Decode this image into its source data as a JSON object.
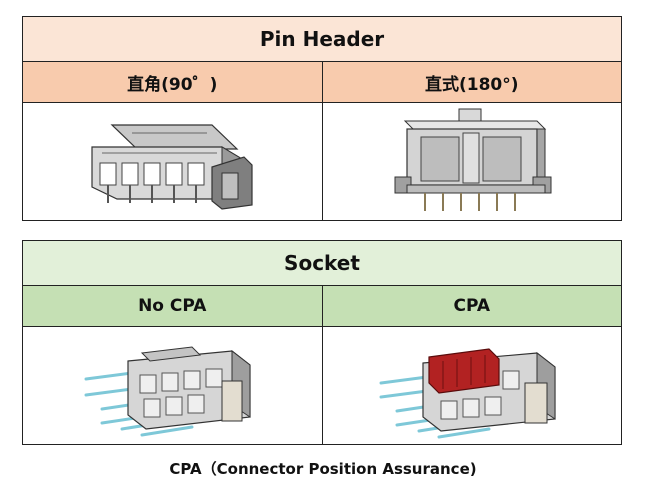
{
  "pin_header": {
    "title": "Pin Header",
    "col_left": "直角(90゜)",
    "col_right": "直式(180°)"
  },
  "socket": {
    "title": "Socket",
    "col_left": "No CPA",
    "col_right": "CPA"
  },
  "caption": "CPA（Connector Position Assurance)",
  "colors": {
    "pin_title_bg": "#fbe5d6",
    "pin_sub_bg": "#f8cbad",
    "socket_title_bg": "#e2f0d9",
    "socket_sub_bg": "#c5e0b4",
    "cpa_latch": "#b22222",
    "pin_wire": "#7ec8d8"
  }
}
